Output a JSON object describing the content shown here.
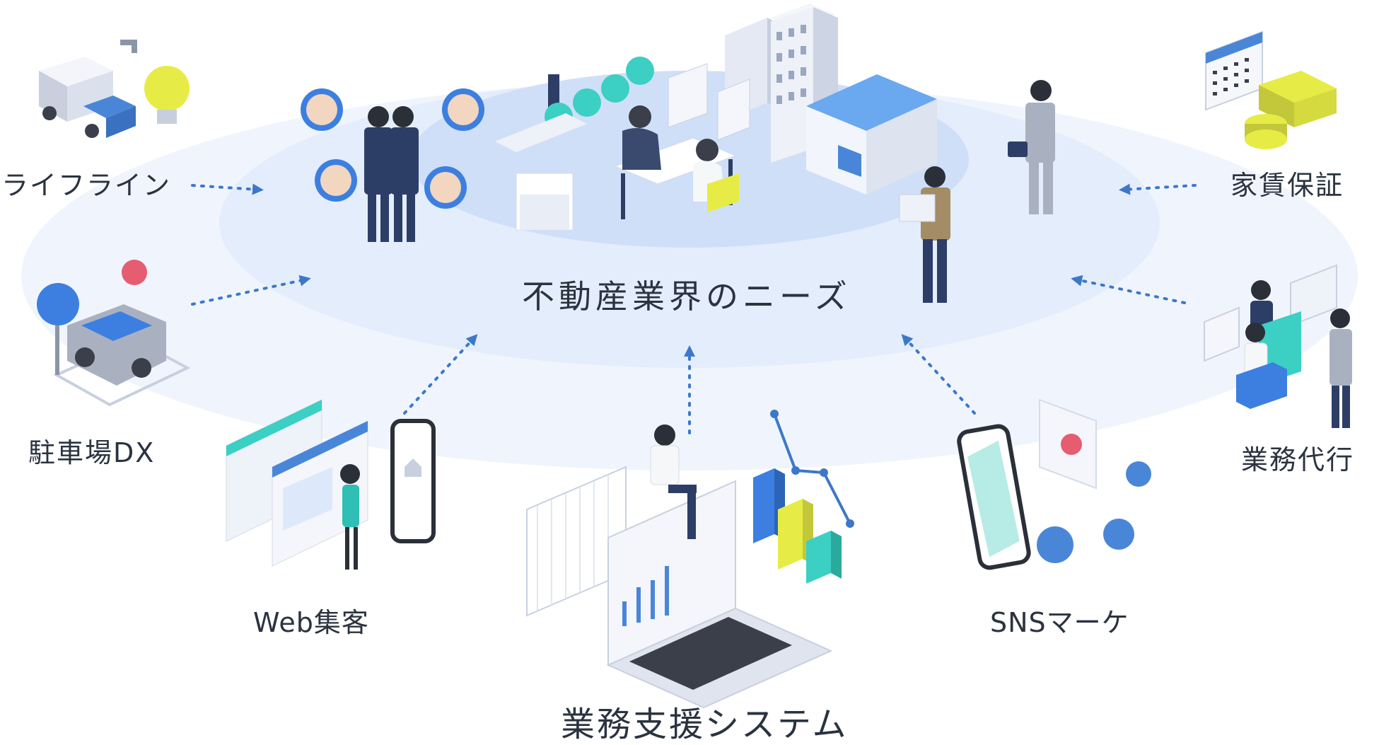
{
  "center": {
    "label": "不動産業界のニーズ"
  },
  "services": [
    {
      "id": "lifeline",
      "label": "ライフライン",
      "icon": "truck-and-lightbulb-icon"
    },
    {
      "id": "parking",
      "label": "駐車場DX",
      "icon": "car-parking-icon"
    },
    {
      "id": "web",
      "label": "Web集客",
      "icon": "web-browser-icon"
    },
    {
      "id": "system",
      "label": "業務支援システム",
      "icon": "laptop-chart-icon"
    },
    {
      "id": "sns",
      "label": "SNSマーケ",
      "icon": "smartphone-social-icon"
    },
    {
      "id": "agency",
      "label": "業務代行",
      "icon": "office-workers-icon"
    },
    {
      "id": "rent",
      "label": "家賃保証",
      "icon": "calendar-money-icon"
    }
  ],
  "colors": {
    "ellipse_outer": "#eef4fd",
    "ellipse_middle": "#dde9fb",
    "ellipse_inner": "#c9dbf7",
    "arrow": "#3d78c8",
    "accent_teal": "#3ccfc4",
    "accent_yellow": "#e7ec45",
    "accent_blue": "#3d7fe0",
    "suit": "#2d3e66",
    "text": "#2b3340"
  }
}
